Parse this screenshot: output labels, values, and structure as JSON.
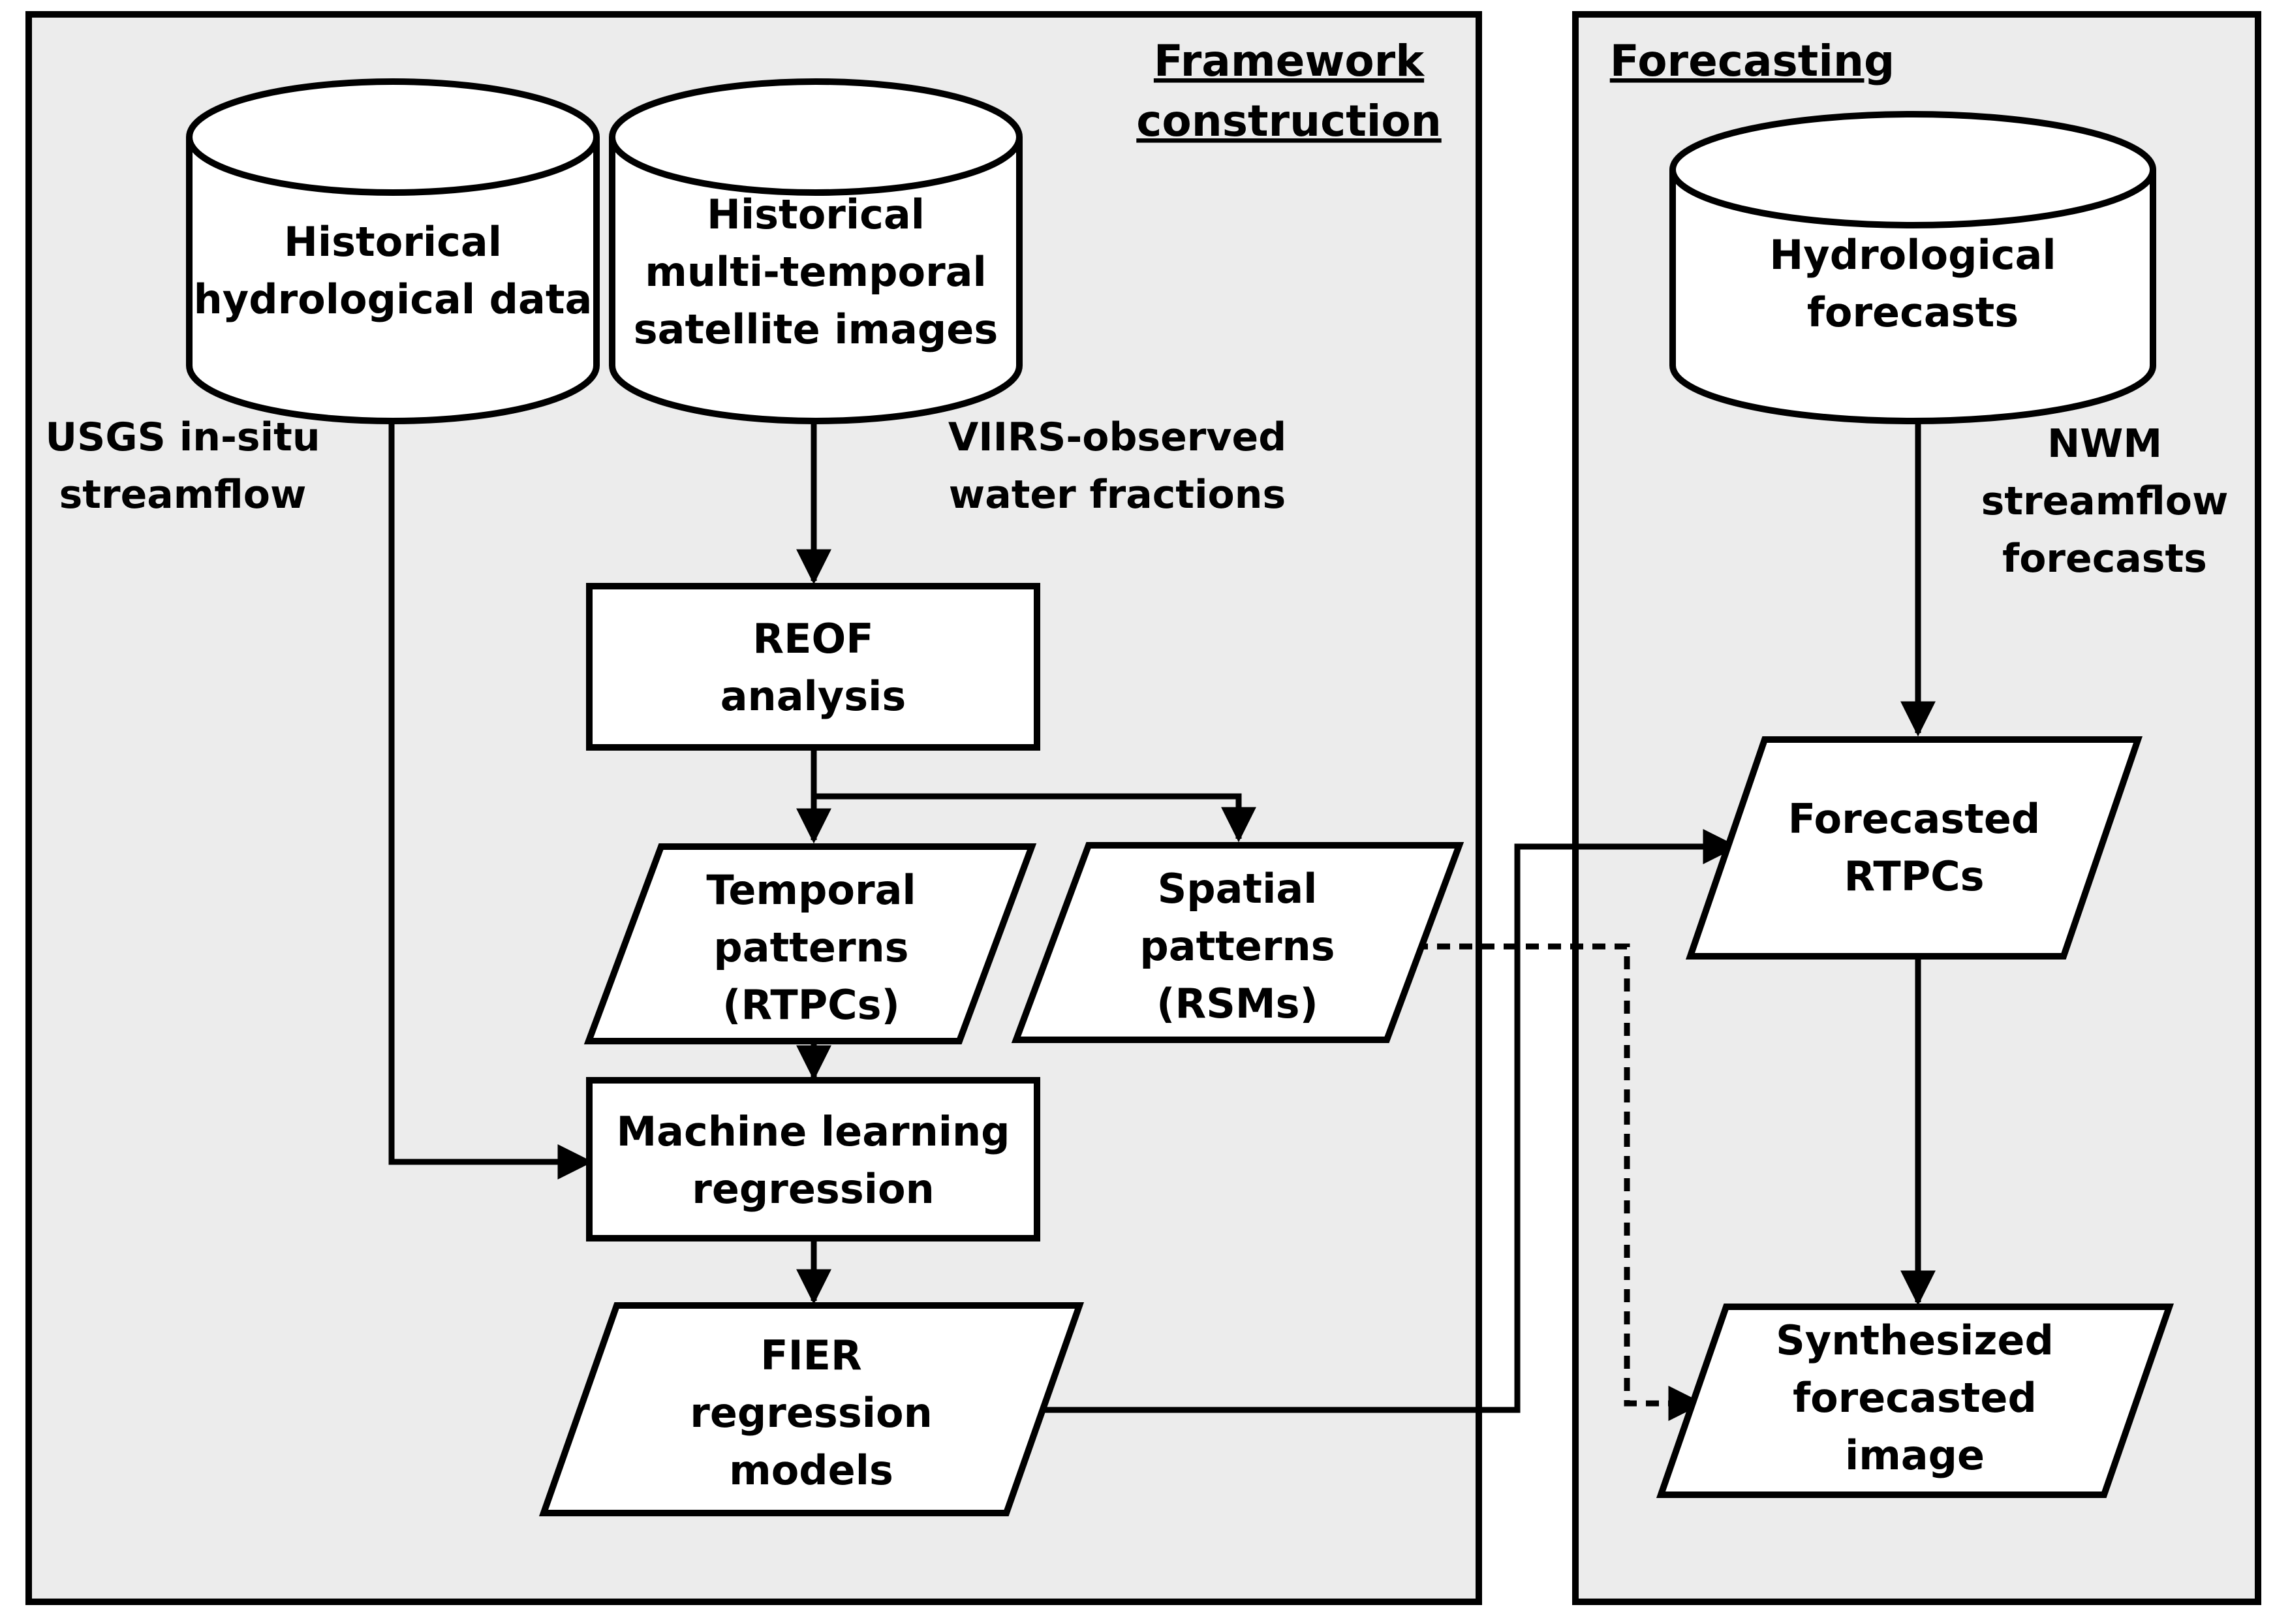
{
  "panels": {
    "framework": {
      "title": [
        "Framework",
        "construction"
      ]
    },
    "forecasting": {
      "title": [
        "Forecasting"
      ]
    }
  },
  "nodes": {
    "hist_hydro": [
      "Historical",
      "hydrological data"
    ],
    "hist_sat": [
      "Historical",
      "multi-temporal",
      "satellite images"
    ],
    "hydro_forecasts": [
      "Hydrological",
      "forecasts"
    ],
    "reof": [
      "REOF",
      "analysis"
    ],
    "temporal": [
      "Temporal",
      "patterns",
      "(RTPCs)"
    ],
    "spatial": [
      "Spatial",
      "patterns",
      "(RSMs)"
    ],
    "ml": [
      "Machine learning",
      "regression"
    ],
    "fier": [
      "FIER",
      "regression",
      "models"
    ],
    "forecasted_rtpcs": [
      "Forecasted",
      "RTPCs"
    ],
    "synth": [
      "Synthesized",
      "forecasted",
      "image"
    ]
  },
  "edge_labels": {
    "usgs": [
      "USGS in-situ",
      "streamflow"
    ],
    "viirs": [
      "VIIRS-observed",
      "water fractions"
    ],
    "nwm": [
      "NWM",
      "streamflow",
      "forecasts"
    ]
  },
  "colors": {
    "panel_fill": "#ececec",
    "stroke": "#000000",
    "node_fill": "#ffffff"
  }
}
